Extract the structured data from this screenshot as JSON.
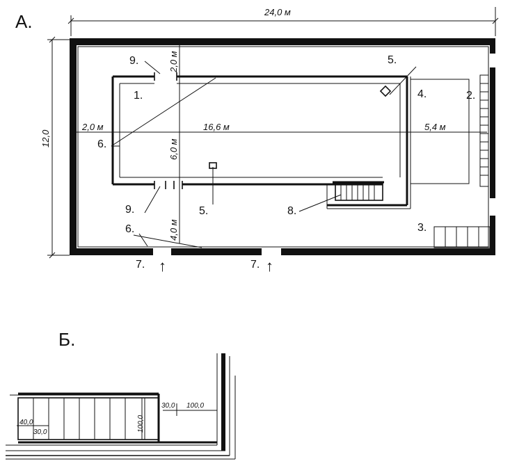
{
  "plan_a": {
    "label": "А.",
    "dims": {
      "total_length": "24,0 м",
      "total_width": "12,0",
      "left_gap": "2,0 м",
      "pool_length": "16,6 м",
      "right_gap": "5,4 м",
      "pool_width": "6,0 м",
      "top_gap": "2,0 м",
      "bottom_gap": "4,0 м"
    },
    "markers": {
      "m1": "1.",
      "m2": "2.",
      "m3": "3.",
      "m4": "4.",
      "m5_top": "5.",
      "m5_bottom": "5.",
      "m6_left": "6.",
      "m6_bottom": "6.",
      "m7_left": "7.",
      "m7_right": "7.",
      "m8": "8.",
      "m9_top": "9.",
      "m9_bottom": "9."
    },
    "arrow_glyph": "↑"
  },
  "detail_b": {
    "label": "Б.",
    "dims": {
      "d40": "40,0",
      "d30": "30,0",
      "d100_vertical": "100,0",
      "d30_right": "30,0",
      "d100_right": "100,0"
    }
  }
}
